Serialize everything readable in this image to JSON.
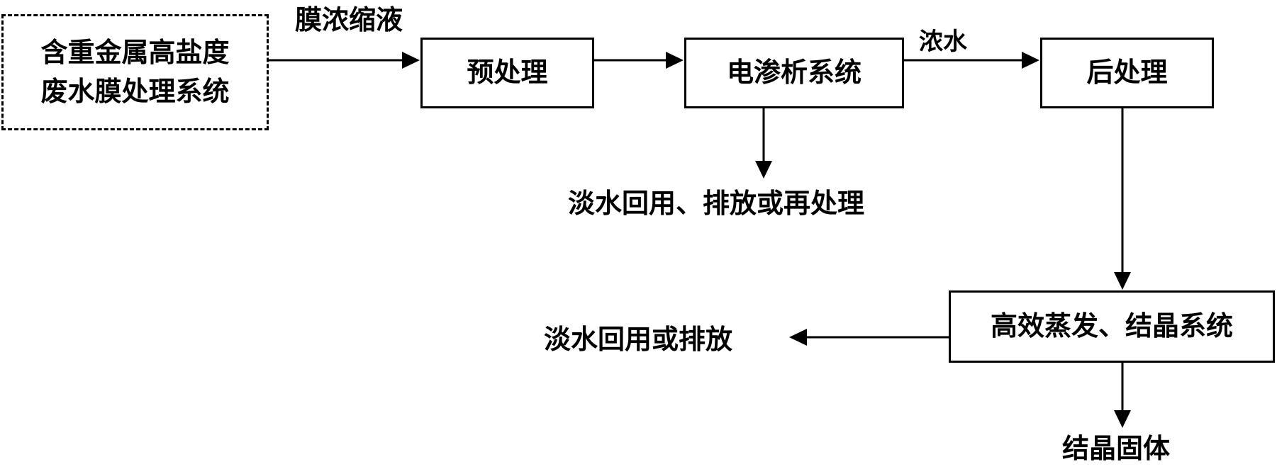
{
  "nodes": {
    "source": {
      "line1": "含重金属高盐度",
      "line2": "废水膜处理系统"
    },
    "pretreatment": "预处理",
    "electrodialysis": "电渗析系统",
    "posttreatment": "后处理",
    "evaporation": "高效蒸发、结晶系统"
  },
  "edge_labels": {
    "membrane_concentrate": "膜浓缩液",
    "concentrate": "浓水",
    "fresh_water_1": "淡水回用、排放或再处理",
    "fresh_water_2": "淡水回用或排放",
    "crystal_solids": "结晶固体"
  },
  "colors": {
    "line": "#000000",
    "background": "#ffffff"
  }
}
